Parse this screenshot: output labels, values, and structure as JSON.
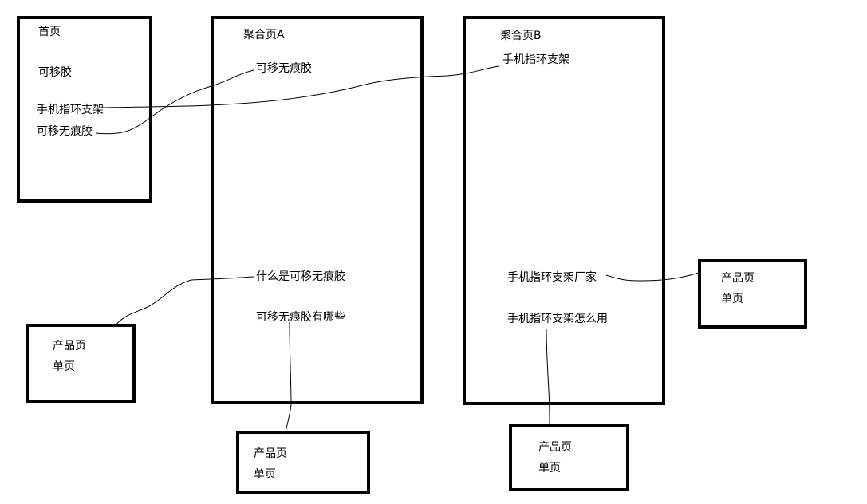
{
  "home": {
    "title": "首页",
    "items": [
      "可移胶",
      "手机指环支架",
      "可移无痕胶"
    ]
  },
  "aggregate_a": {
    "title": "聚合页A",
    "items": [
      "可移无痕胶",
      "什么是可移无痕胶",
      "可移无痕胶有哪些"
    ]
  },
  "aggregate_b": {
    "title": "聚合页B",
    "items": [
      "手机指环支架",
      "手机指环支架厂家",
      "手机指环支架怎么用"
    ]
  },
  "product_pages": [
    {
      "line1": "产品页",
      "line2": "单页"
    },
    {
      "line1": "产品页",
      "line2": "单页"
    },
    {
      "line1": "产品页",
      "line2": "单页"
    },
    {
      "line1": "产品页",
      "line2": "单页"
    }
  ],
  "colors": {
    "stroke": "#000000",
    "background": "#ffffff"
  }
}
